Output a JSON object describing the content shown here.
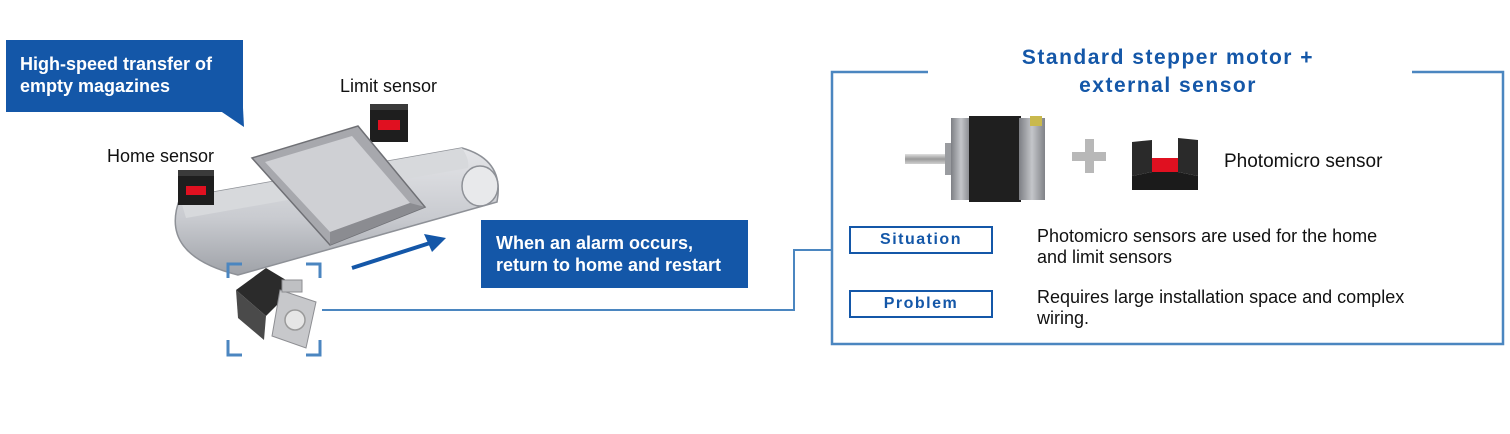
{
  "callouts": {
    "transfer": [
      "High-speed transfer of",
      "empty magazines"
    ],
    "alarm": [
      "When an alarm occurs,",
      "return to home and restart"
    ]
  },
  "labels": {
    "limit_sensor": "Limit sensor",
    "home_sensor": "Home sensor",
    "photomicro_sensor": "Photomicro sensor"
  },
  "panel": {
    "title": [
      "Standard stepper motor +",
      "external sensor"
    ],
    "rows": [
      {
        "tag": "Situation",
        "text": [
          "Photomicro sensors are used for the home",
          "and limit sensors"
        ]
      },
      {
        "tag": "Problem",
        "text": [
          "Requires large installation space and complex",
          "wiring."
        ]
      }
    ]
  },
  "colors": {
    "brand_blue": "#1457a8",
    "connector_blue": "#4b86c0",
    "sensor_red": "#e01020",
    "plus_gray": "#b8b8b8"
  }
}
